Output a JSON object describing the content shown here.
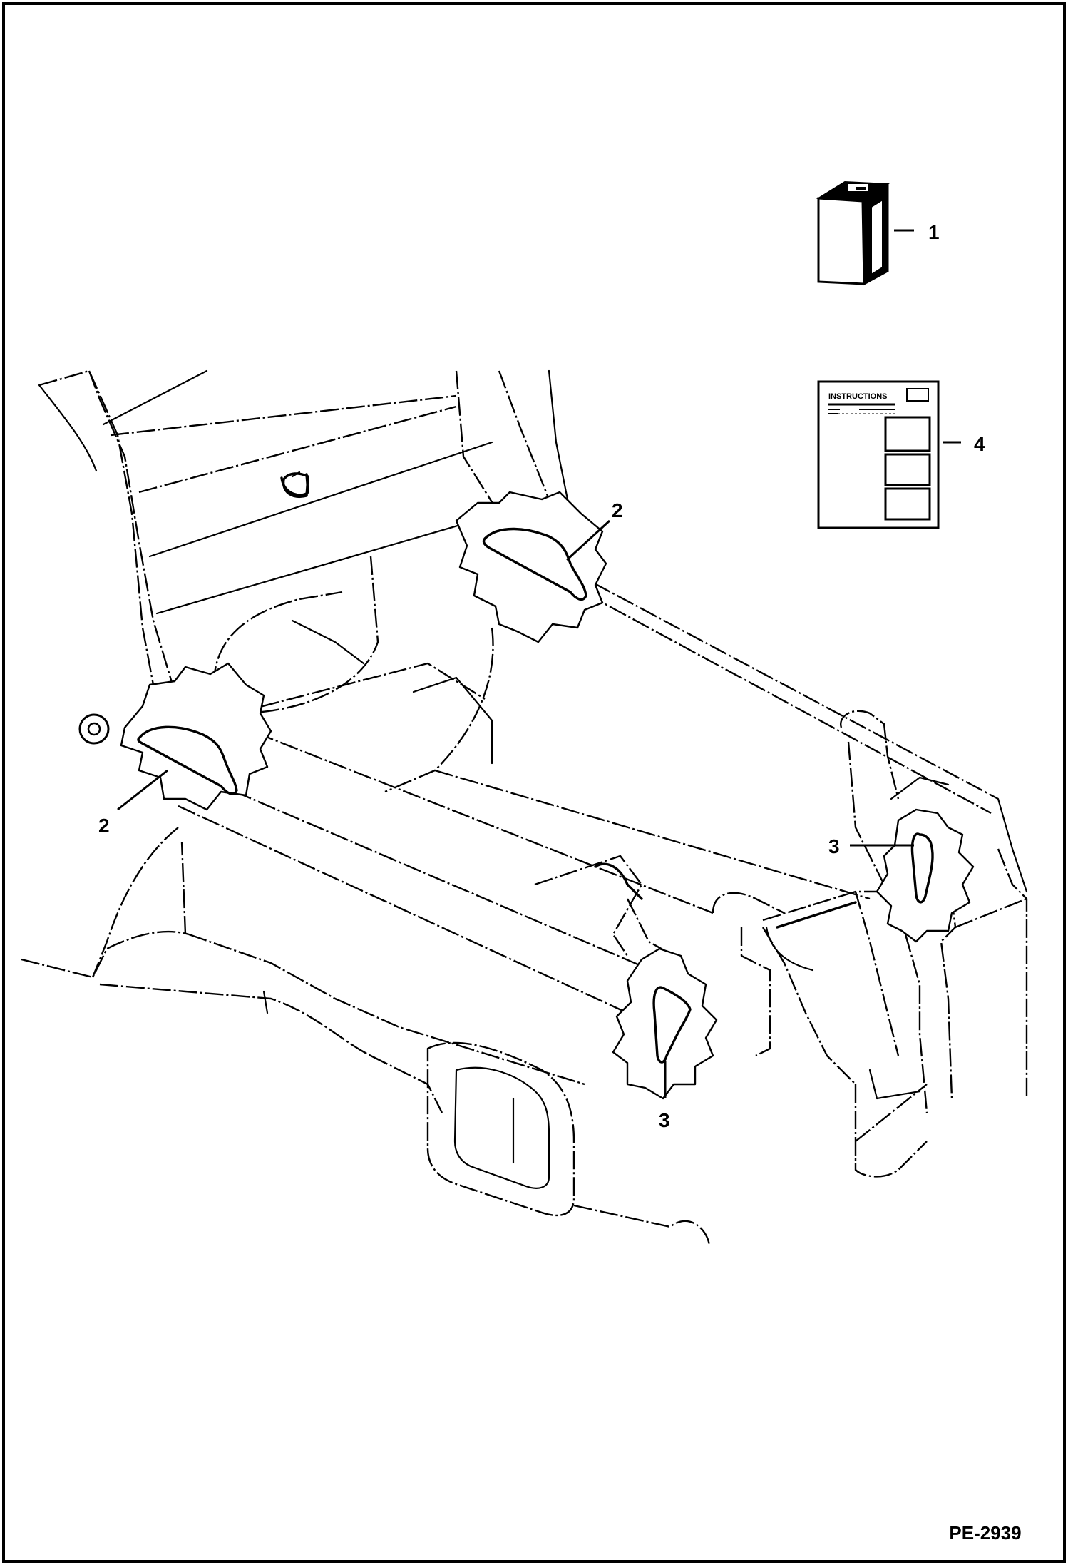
{
  "callouts": [
    {
      "id": "callout-1",
      "label": "1"
    },
    {
      "id": "callout-2a",
      "label": "2"
    },
    {
      "id": "callout-2b",
      "label": "2"
    },
    {
      "id": "callout-3a",
      "label": "3"
    },
    {
      "id": "callout-3b",
      "label": "3"
    },
    {
      "id": "callout-4",
      "label": "4"
    }
  ],
  "manual": {
    "heading": "INSTRUCTIONS"
  },
  "drawing_number": "PE-2939"
}
